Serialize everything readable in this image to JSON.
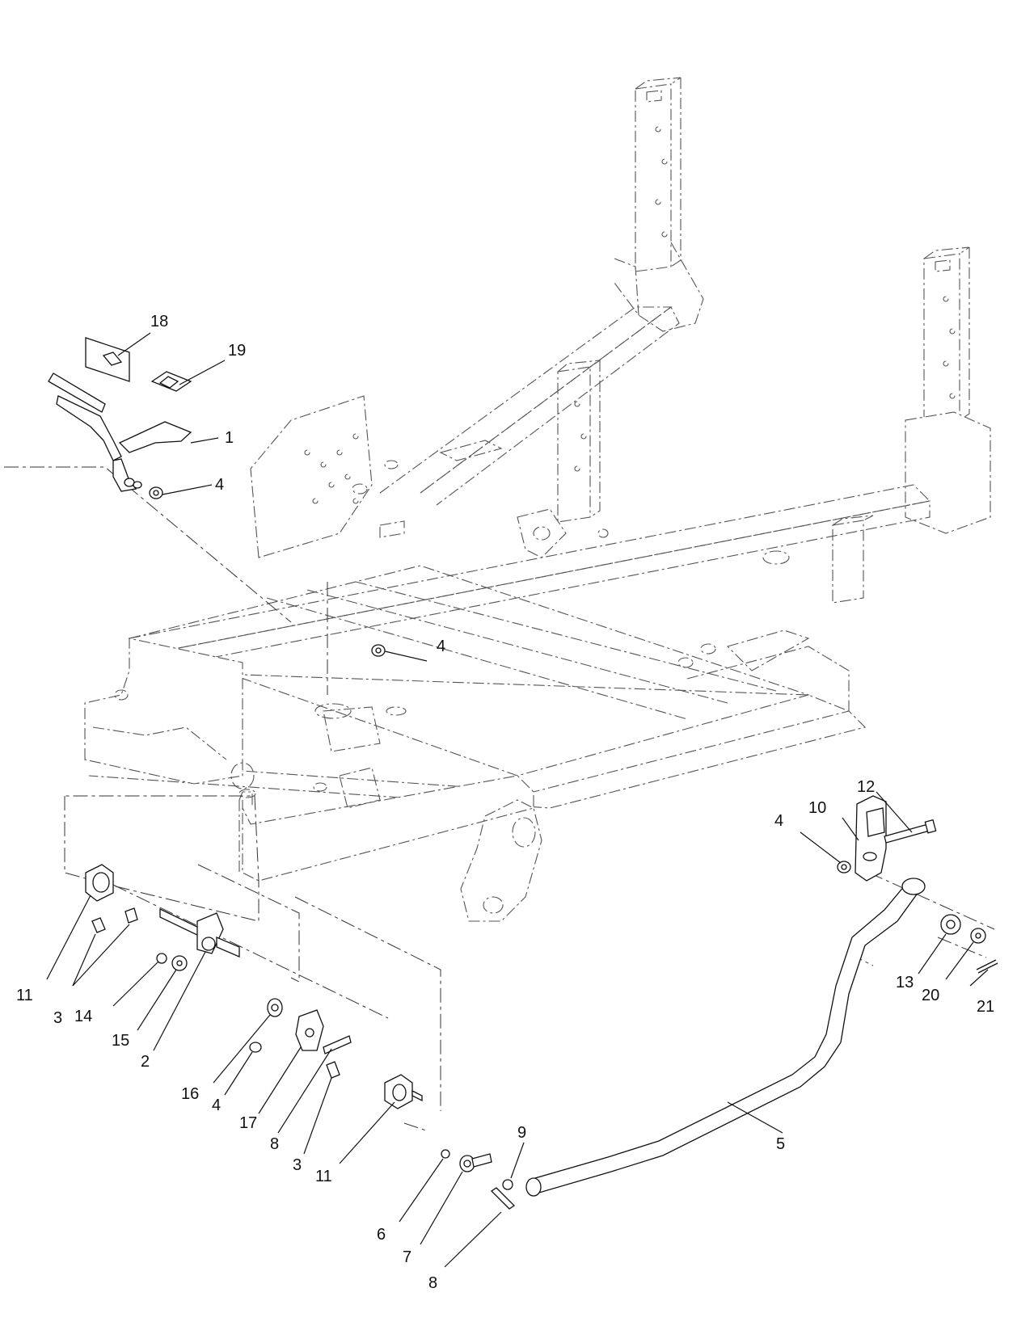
{
  "diagram": {
    "callouts": [
      {
        "id": "c18",
        "label": "18"
      },
      {
        "id": "c19",
        "label": "19"
      },
      {
        "id": "c1",
        "label": "1"
      },
      {
        "id": "c4a",
        "label": "4"
      },
      {
        "id": "c4b",
        "label": "4"
      },
      {
        "id": "c10",
        "label": "10"
      },
      {
        "id": "c12",
        "label": "12"
      },
      {
        "id": "c4c",
        "label": "4"
      },
      {
        "id": "c13",
        "label": "13"
      },
      {
        "id": "c20",
        "label": "20"
      },
      {
        "id": "c21",
        "label": "21"
      },
      {
        "id": "c11a",
        "label": "11"
      },
      {
        "id": "c3a",
        "label": "3"
      },
      {
        "id": "c14",
        "label": "14"
      },
      {
        "id": "c15",
        "label": "15"
      },
      {
        "id": "c2",
        "label": "2"
      },
      {
        "id": "c16",
        "label": "16"
      },
      {
        "id": "c4d",
        "label": "4"
      },
      {
        "id": "c17",
        "label": "17"
      },
      {
        "id": "c8a",
        "label": "8"
      },
      {
        "id": "c3b",
        "label": "3"
      },
      {
        "id": "c11b",
        "label": "11"
      },
      {
        "id": "c9",
        "label": "9"
      },
      {
        "id": "c5",
        "label": "5"
      },
      {
        "id": "c6",
        "label": "6"
      },
      {
        "id": "c7",
        "label": "7"
      },
      {
        "id": "c8b",
        "label": "8"
      }
    ]
  }
}
